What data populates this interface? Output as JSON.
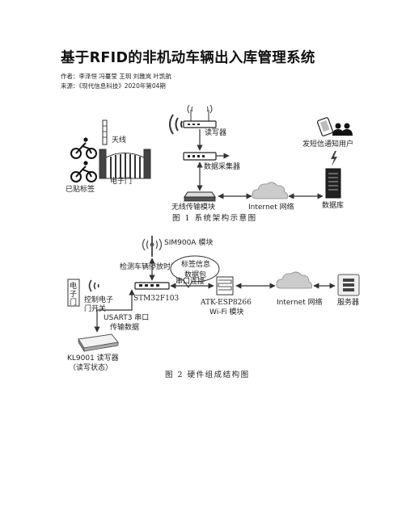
{
  "header": {
    "title": "基于RFID的非机动车辆出入库管理系统",
    "authors": "作者：李泽恒 冯蔓莹 王玥 刘雅岚 叶凯航",
    "source": "来源：《现代信息科技》2020年第04期"
  },
  "figure1": {
    "caption": "图 1    系统架构示意图",
    "labels": {
      "antenna": "天线",
      "gate": "电子门",
      "tag": "已贴标签",
      "reader": "读写器",
      "collector": "数据采集器",
      "notify": "发短信通知用户",
      "wireless": "无线传输模块",
      "internet": "Internet 网络",
      "database": "数据库"
    }
  },
  "figure2": {
    "caption": "图 2    硬件组成结构图",
    "labels": {
      "sim": "SIM900A 模块",
      "detect": "检测车辆停放时间",
      "bubble_line1": "标签信息",
      "bubble_line2": "数据包",
      "door_c1": "电",
      "door_c2": "子",
      "door_c3": "门",
      "control_line1": "控制电子",
      "control_line2": "门开关",
      "serial": "串口连接",
      "stm": "STM32F103",
      "esp_line1": "ATK-ESP8266",
      "esp_line2": "Wi-Fi 模块",
      "internet": "Internet 网络",
      "server": "服务器",
      "usart_line1": "USART3 串口",
      "usart_line2": "传输数据",
      "kl_line1": "KL9001 读写器",
      "kl_line2": "（读写状态）"
    }
  }
}
